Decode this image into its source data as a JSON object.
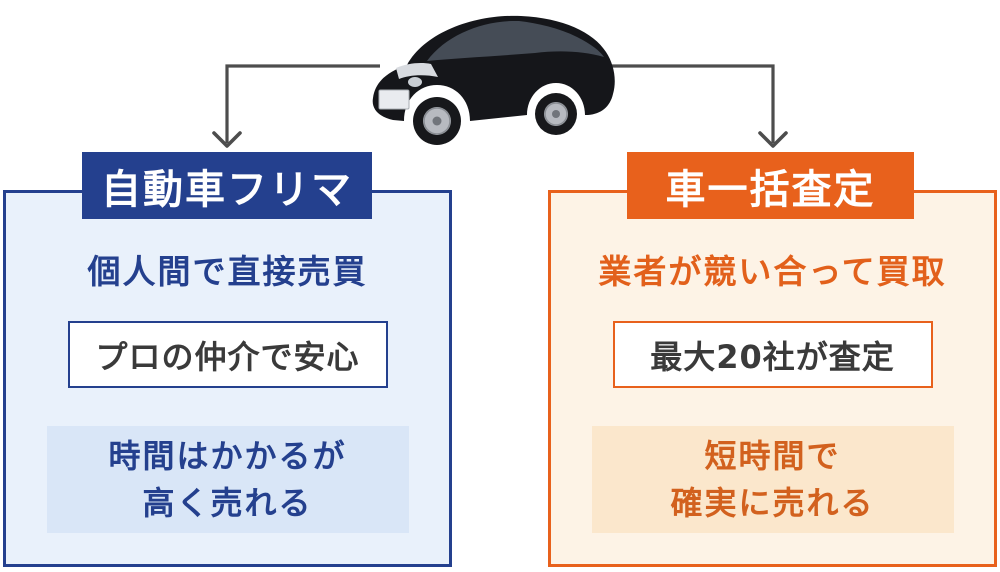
{
  "diagram": {
    "type": "comparison-flow",
    "arrow_color": "#4d4d4d",
    "car_illustration": "black-hatchback-car-front-three-quarter"
  },
  "left": {
    "accent_color": "#24408e",
    "panel_bg_color": "#e9f1fb",
    "tint_bg_color": "#d9e6f7",
    "title": "自動車フリマ",
    "subtitle": "個人間で直接売買",
    "highlight": "プロの仲介で安心",
    "note_line1": "時間はかかるが",
    "note_line2": "高く売れる"
  },
  "right": {
    "accent_color": "#e8611c",
    "panel_bg_color": "#fdf3e6",
    "tint_bg_color": "#fbe7cc",
    "title": "車一括査定",
    "subtitle": "業者が競い合って買取",
    "highlight": "最大20社が査定",
    "note_line1": "短時間で",
    "note_line2": "確実に売れる"
  }
}
